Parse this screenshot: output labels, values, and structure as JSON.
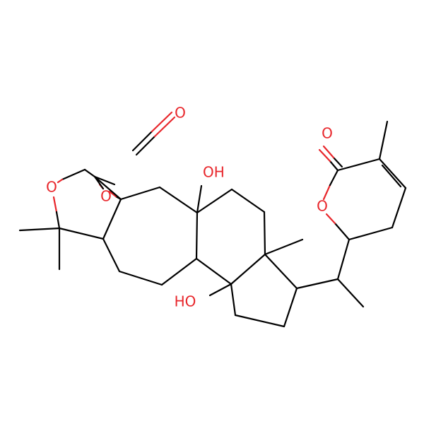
{
  "colors": {
    "bond": "#000000",
    "oxygen": "#e8262b",
    "background": "#ffffff"
  },
  "labels": {
    "o_formaldehyde": "O",
    "o_lactone_carbonyl": "O",
    "o_lactone_ring": "O",
    "o_furan": "O",
    "o_epoxide": "O",
    "oh_top": "OH",
    "oh_bottom": "HO"
  }
}
